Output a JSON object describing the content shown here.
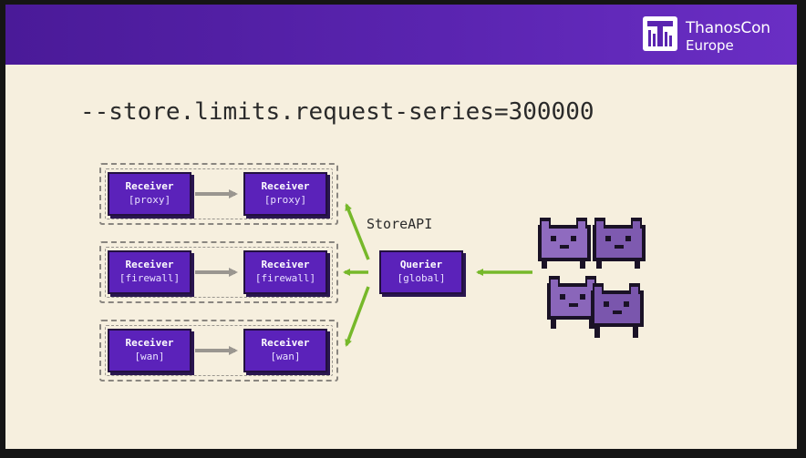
{
  "header": {
    "brand_name": "ThanosCon",
    "brand_region": "Europe",
    "colors": {
      "bar": "#5a24b0",
      "text": "#ffffff"
    }
  },
  "command": "--store.limits.request-series=300000",
  "groups": [
    {
      "source": {
        "title": "Receiver",
        "sub": "[proxy]"
      },
      "target": {
        "title": "Receiver",
        "sub": "[proxy]"
      }
    },
    {
      "source": {
        "title": "Receiver",
        "sub": "[firewall]"
      },
      "target": {
        "title": "Receiver",
        "sub": "[firewall]"
      }
    },
    {
      "source": {
        "title": "Receiver",
        "sub": "[wan]"
      },
      "target": {
        "title": "Receiver",
        "sub": "[wan]"
      }
    }
  ],
  "querier": {
    "title": "Querier",
    "sub": "[global]"
  },
  "edge_label": "StoreAPI",
  "colors": {
    "node": "#5b22ba",
    "arrow_green": "#76b82a",
    "arrow_gray": "#9a9690",
    "background": "#f6efde"
  },
  "clients_icon": "pixel-monster-crowd-icon"
}
